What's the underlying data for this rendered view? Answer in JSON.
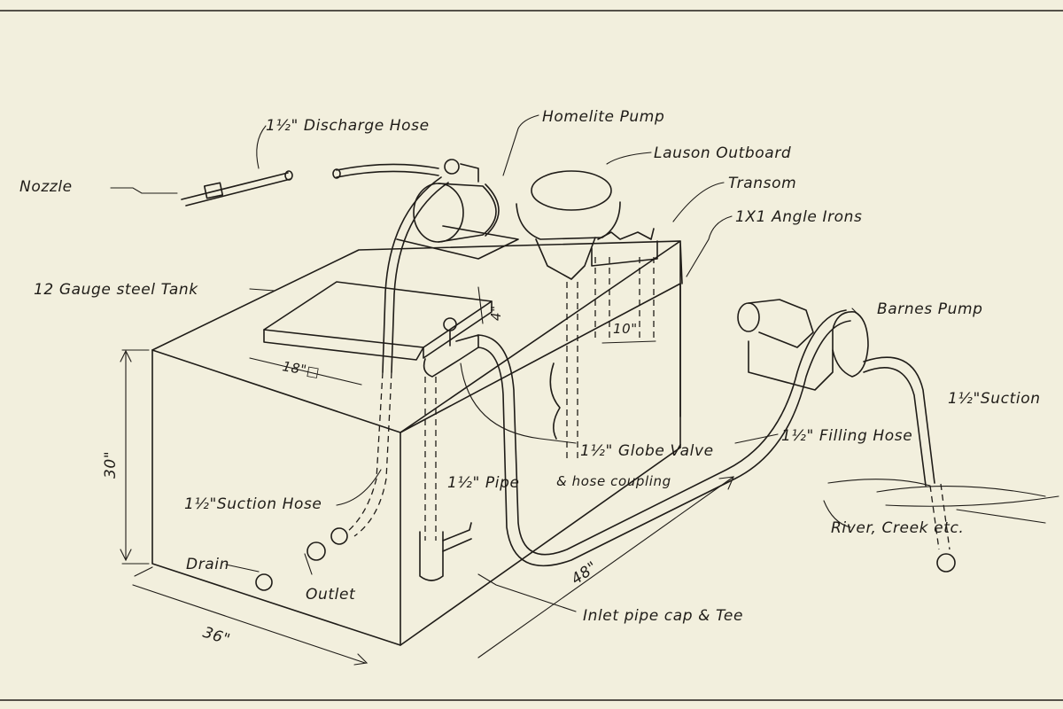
{
  "labels": {
    "nozzle": "Nozzle",
    "discharge_hose": "1½\" Discharge Hose",
    "homelite_pump": "Homelite Pump",
    "lauson_outboard": "Lauson Outboard",
    "transom": "Transom",
    "angle_irons": "1X1 Angle Irons",
    "steel_tank": "12 Gauge steel Tank",
    "barnes_pump": "Barnes Pump",
    "suction_hose_right": "1½\"Suction",
    "filling_hose": "1½\" Filling Hose",
    "globe_valve": "1½\" Globe Valve",
    "hose_coupling": "& hose coupling",
    "pipe": "1½\" Pipe",
    "suction_hose_left": "1½\"Suction Hose",
    "river": "River, Creek etc.",
    "drain": "Drain",
    "outlet": "Outlet",
    "inlet_pipe": "Inlet pipe cap & Tee"
  },
  "dimensions": {
    "height": "30\"",
    "width": "36\"",
    "length": "48\"",
    "hatch": "18\"□",
    "rise": "4\"",
    "transom_width": "10\""
  }
}
